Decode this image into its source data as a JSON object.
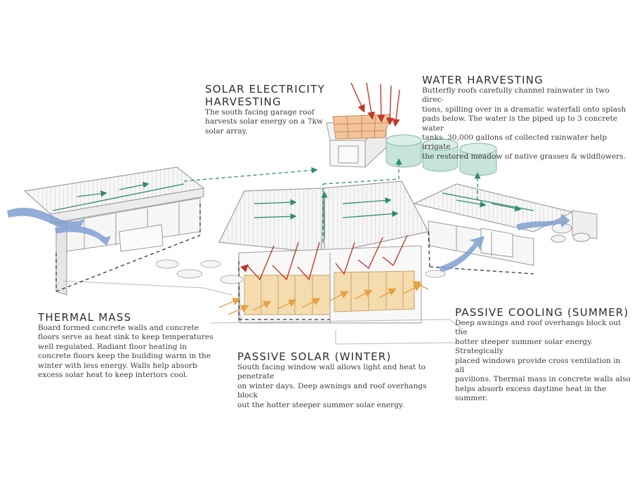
{
  "labels": {
    "solar_electricity": {
      "title_line1": "SOLAR ELECTRICITY",
      "title_line2": "HARVESTING",
      "body": [
        "The south facing garage roof",
        "harvests solar energy on a 7kw",
        "solar array."
      ]
    },
    "water_harvesting": {
      "title": "WATER HARVESTING",
      "body": [
        "Butterfly roofs carefully channel rainwater in two direc-",
        "tions, spilling over in a dramatic waterfall onto splash",
        "pads below.  The water is the piped up to 3 concrete water",
        "tanks. 30,000 gallons of collected rainwater help irrigate",
        "the restored meadow of native grasses & wildflowers."
      ]
    },
    "thermal_mass": {
      "title": "THERMAL MASS",
      "body": [
        "Board formed concrete walls and concrete",
        "floors serve as heat sink to keep temperatures",
        "well regulated.  Radiant floor heating in",
        "concrete floors keep the building warm in the",
        "winter with less energy.  Walls help absorb",
        "excess solar heat to keep interiors cool."
      ]
    },
    "passive_solar": {
      "title": "PASSIVE SOLAR (WINTER)",
      "body": [
        "South facing window wall allows light and heat to penetrate",
        "on winter days.  Deep awnings and roof overhangs block",
        "out the hotter steeper summer solar energy."
      ]
    },
    "passive_cooling": {
      "title": "PASSIVE COOLING (SUMMER)",
      "body": [
        "Deep awnings and roof overhangs block out the",
        "hotter steeper summer solar energy. Strategically",
        "placed windows provide cross ventilation in all",
        "pavilions. Thermal mass in concrete walls also",
        "helps absorb excess daytime heat in the summer."
      ]
    }
  },
  "colors": {
    "sun_arrow": "#c0392b",
    "warm_arrow": "#e8a040",
    "water_line": "#2f8a73",
    "wind": "#7f9fd0",
    "tank": "#c6e3dc",
    "panel": "#f2c49a",
    "glass_warm": "#f4dcae",
    "building_line": "#9a9a9a"
  }
}
